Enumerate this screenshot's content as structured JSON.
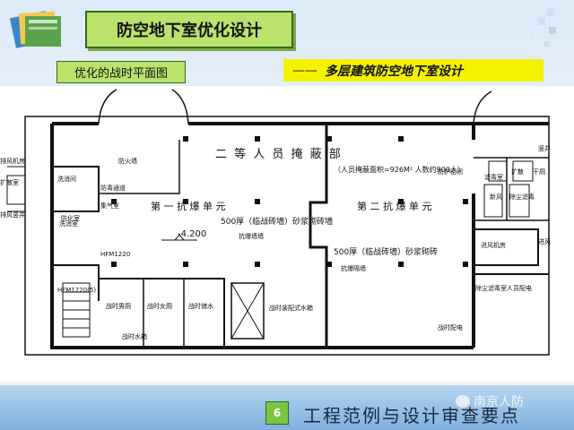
{
  "slide": {
    "title": "防空地下室优化设计",
    "subtitle_left": "优化的战时平面图",
    "subtitle_right_dash": "——",
    "subtitle_right": "多层建筑防空地下室设计",
    "page_number": "6",
    "footer_text": "工程范例与设计审查要点",
    "watermark": "南京人防"
  },
  "plan": {
    "center_title": "二 等 人 员 掩 蔽 部",
    "area_note": "（人员掩蔽面积=926M²   人数约900人）",
    "unit1": "第 一 抗 爆 单 元",
    "unit2": "第 二 抗 爆 单 元",
    "elevation": "-4.200",
    "wall1_line1": "500厚（临战砖墙）砂浆砌砖墙",
    "wall1_line2": "抗爆墙墙",
    "wall2_line1": "500厚（临战砖墙）砂浆砌砖",
    "wall2_line2": "抗爆隔墙",
    "rooms": {
      "fire_wall": "防火墙",
      "exhaust_rm": "排风机房",
      "expansion": "扩散室",
      "exhaust_shaft": "排风竖井",
      "decon_corridor": "防毒通道",
      "trench": "洗消间",
      "corridor_bottom": "防护密闭",
      "gas_room": "集气室",
      "dry_toilet": "干厕",
      "washroom": "洗消室",
      "fan_room": "进风机房",
      "filter": "滤毒室",
      "air_shaft": "竖井",
      "expansion2": "扩散",
      "air_in": "进风",
      "filter_decon": "除尘滤毒",
      "oil": "新风",
      "pollution": "除尘滤毒室人员配电",
      "water": "战时水箱",
      "boiler": "战时配电",
      "storage": "战时储水",
      "wc_male": "战时男厕",
      "wc_female": "战时女厕",
      "gas_decon": "防化室",
      "door1": "HFM1220",
      "door2": "HFM1220(5)",
      "water_tank": "战时装配式水箱",
      "door_note": "防护密闭"
    }
  }
}
